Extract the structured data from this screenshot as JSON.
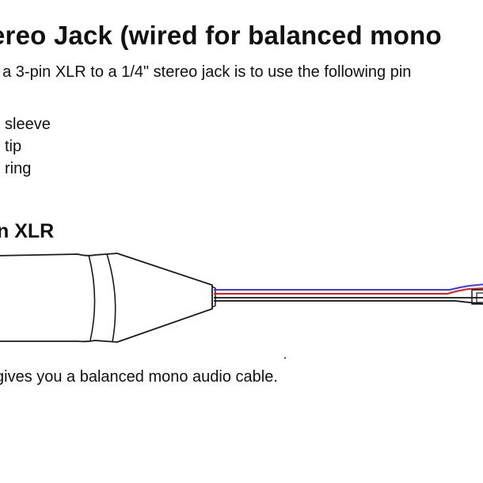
{
  "title": "ereo Jack (wired for balanced mono",
  "intro": "t a 3-pin XLR to a 1/4\" stereo jack is to use the following pin",
  "pins": [
    {
      "label": "sleeve"
    },
    {
      "label": "tip"
    },
    {
      "label": "ring"
    }
  ],
  "section_label": "n XLR",
  "summary": "gives you a balanced mono audio cable.",
  "colors": {
    "outline": "#1a1a1a",
    "wire_blue": "#3a3aff",
    "wire_red": "#e01a1a",
    "wire_black": "#111111"
  }
}
